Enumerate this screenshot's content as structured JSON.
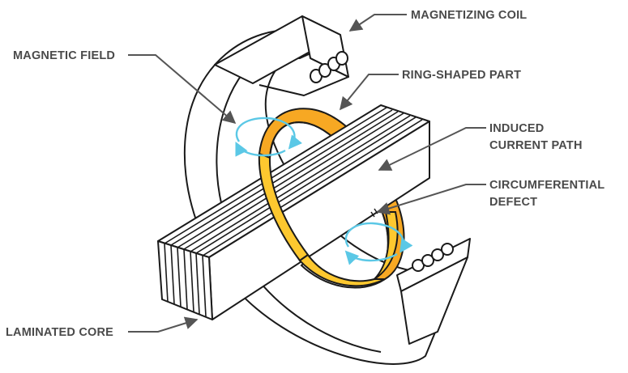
{
  "labels": {
    "magnetizing_coil": "MAGNETIZING COIL",
    "magnetic_field": "MAGNETIC FIELD",
    "ring_shaped_part": "RING-SHAPED PART",
    "induced_current_path_line1": "INDUCED",
    "induced_current_path_line2": "CURRENT PATH",
    "circumferential_defect_line1": "CIRCUMFERENTIAL",
    "circumferential_defect_line2": "DEFECT",
    "laminated_core": "LAMINATED CORE"
  },
  "colors": {
    "ring_face": "#FDC82F",
    "ring_side": "#F7A823",
    "field_arrows": "#5BC8E6",
    "line": "#1a1a1a",
    "label_text": "#4a4a4a",
    "leader": "#555555"
  }
}
